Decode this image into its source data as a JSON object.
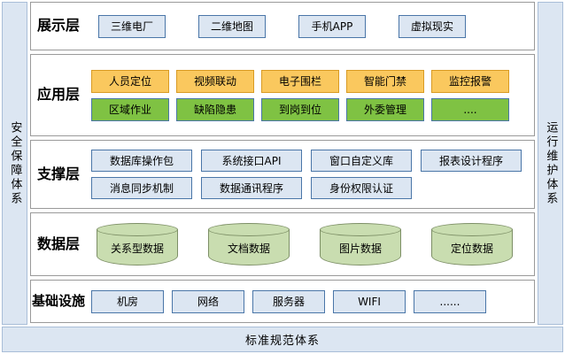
{
  "pillars": {
    "left": {
      "label": "安全保障体系"
    },
    "right": {
      "label": "运行维护体系"
    }
  },
  "standards_bar": {
    "label": "标准规范体系"
  },
  "colors": {
    "pillar_fill": "#dce6f2",
    "pillar_border": "#a9bed8",
    "layer_border": "#9a9a9a",
    "blue_fill": "#dce6f2",
    "blue_border": "#4a76a8",
    "orange_fill": "#fac85e",
    "orange_border": "#d99b24",
    "green_fill": "#7fc243",
    "green_border": "#4a76a8",
    "cylinder_fill": "#c9ddb0",
    "cylinder_border": "#7d8f66",
    "background": "#ffffff"
  },
  "layers": [
    {
      "id": "display",
      "title": "展示层",
      "rows": [
        {
          "style": "blue",
          "items": [
            "三维电厂",
            "二维地图",
            "手机APP",
            "虚拟现实"
          ]
        }
      ]
    },
    {
      "id": "application",
      "title": "应用层",
      "rows": [
        {
          "style": "orange",
          "items": [
            "人员定位",
            "视频联动",
            "电子围栏",
            "智能门禁",
            "监控报警"
          ]
        },
        {
          "style": "green",
          "items": [
            "区域作业",
            "缺陷隐患",
            "到岗到位",
            "外委管理",
            "...."
          ]
        }
      ]
    },
    {
      "id": "support",
      "title": "支撑层",
      "rows": [
        {
          "style": "blue",
          "items": [
            "数据库操作包",
            "系统接口API",
            "窗口自定义库",
            "报表设计程序"
          ]
        },
        {
          "style": "blue",
          "items": [
            "消息同步机制",
            "数据通讯程序",
            "身份权限认证"
          ]
        }
      ]
    },
    {
      "id": "data",
      "title": "数据层",
      "rows": [
        {
          "style": "cylinder",
          "items": [
            "关系型数据",
            "文档数据",
            "图片数据",
            "定位数据"
          ]
        }
      ]
    },
    {
      "id": "infra",
      "title": "基础设施",
      "rows": [
        {
          "style": "blue",
          "items": [
            "机房",
            "网络",
            "服务器",
            "WIFI",
            "......"
          ]
        }
      ]
    }
  ]
}
